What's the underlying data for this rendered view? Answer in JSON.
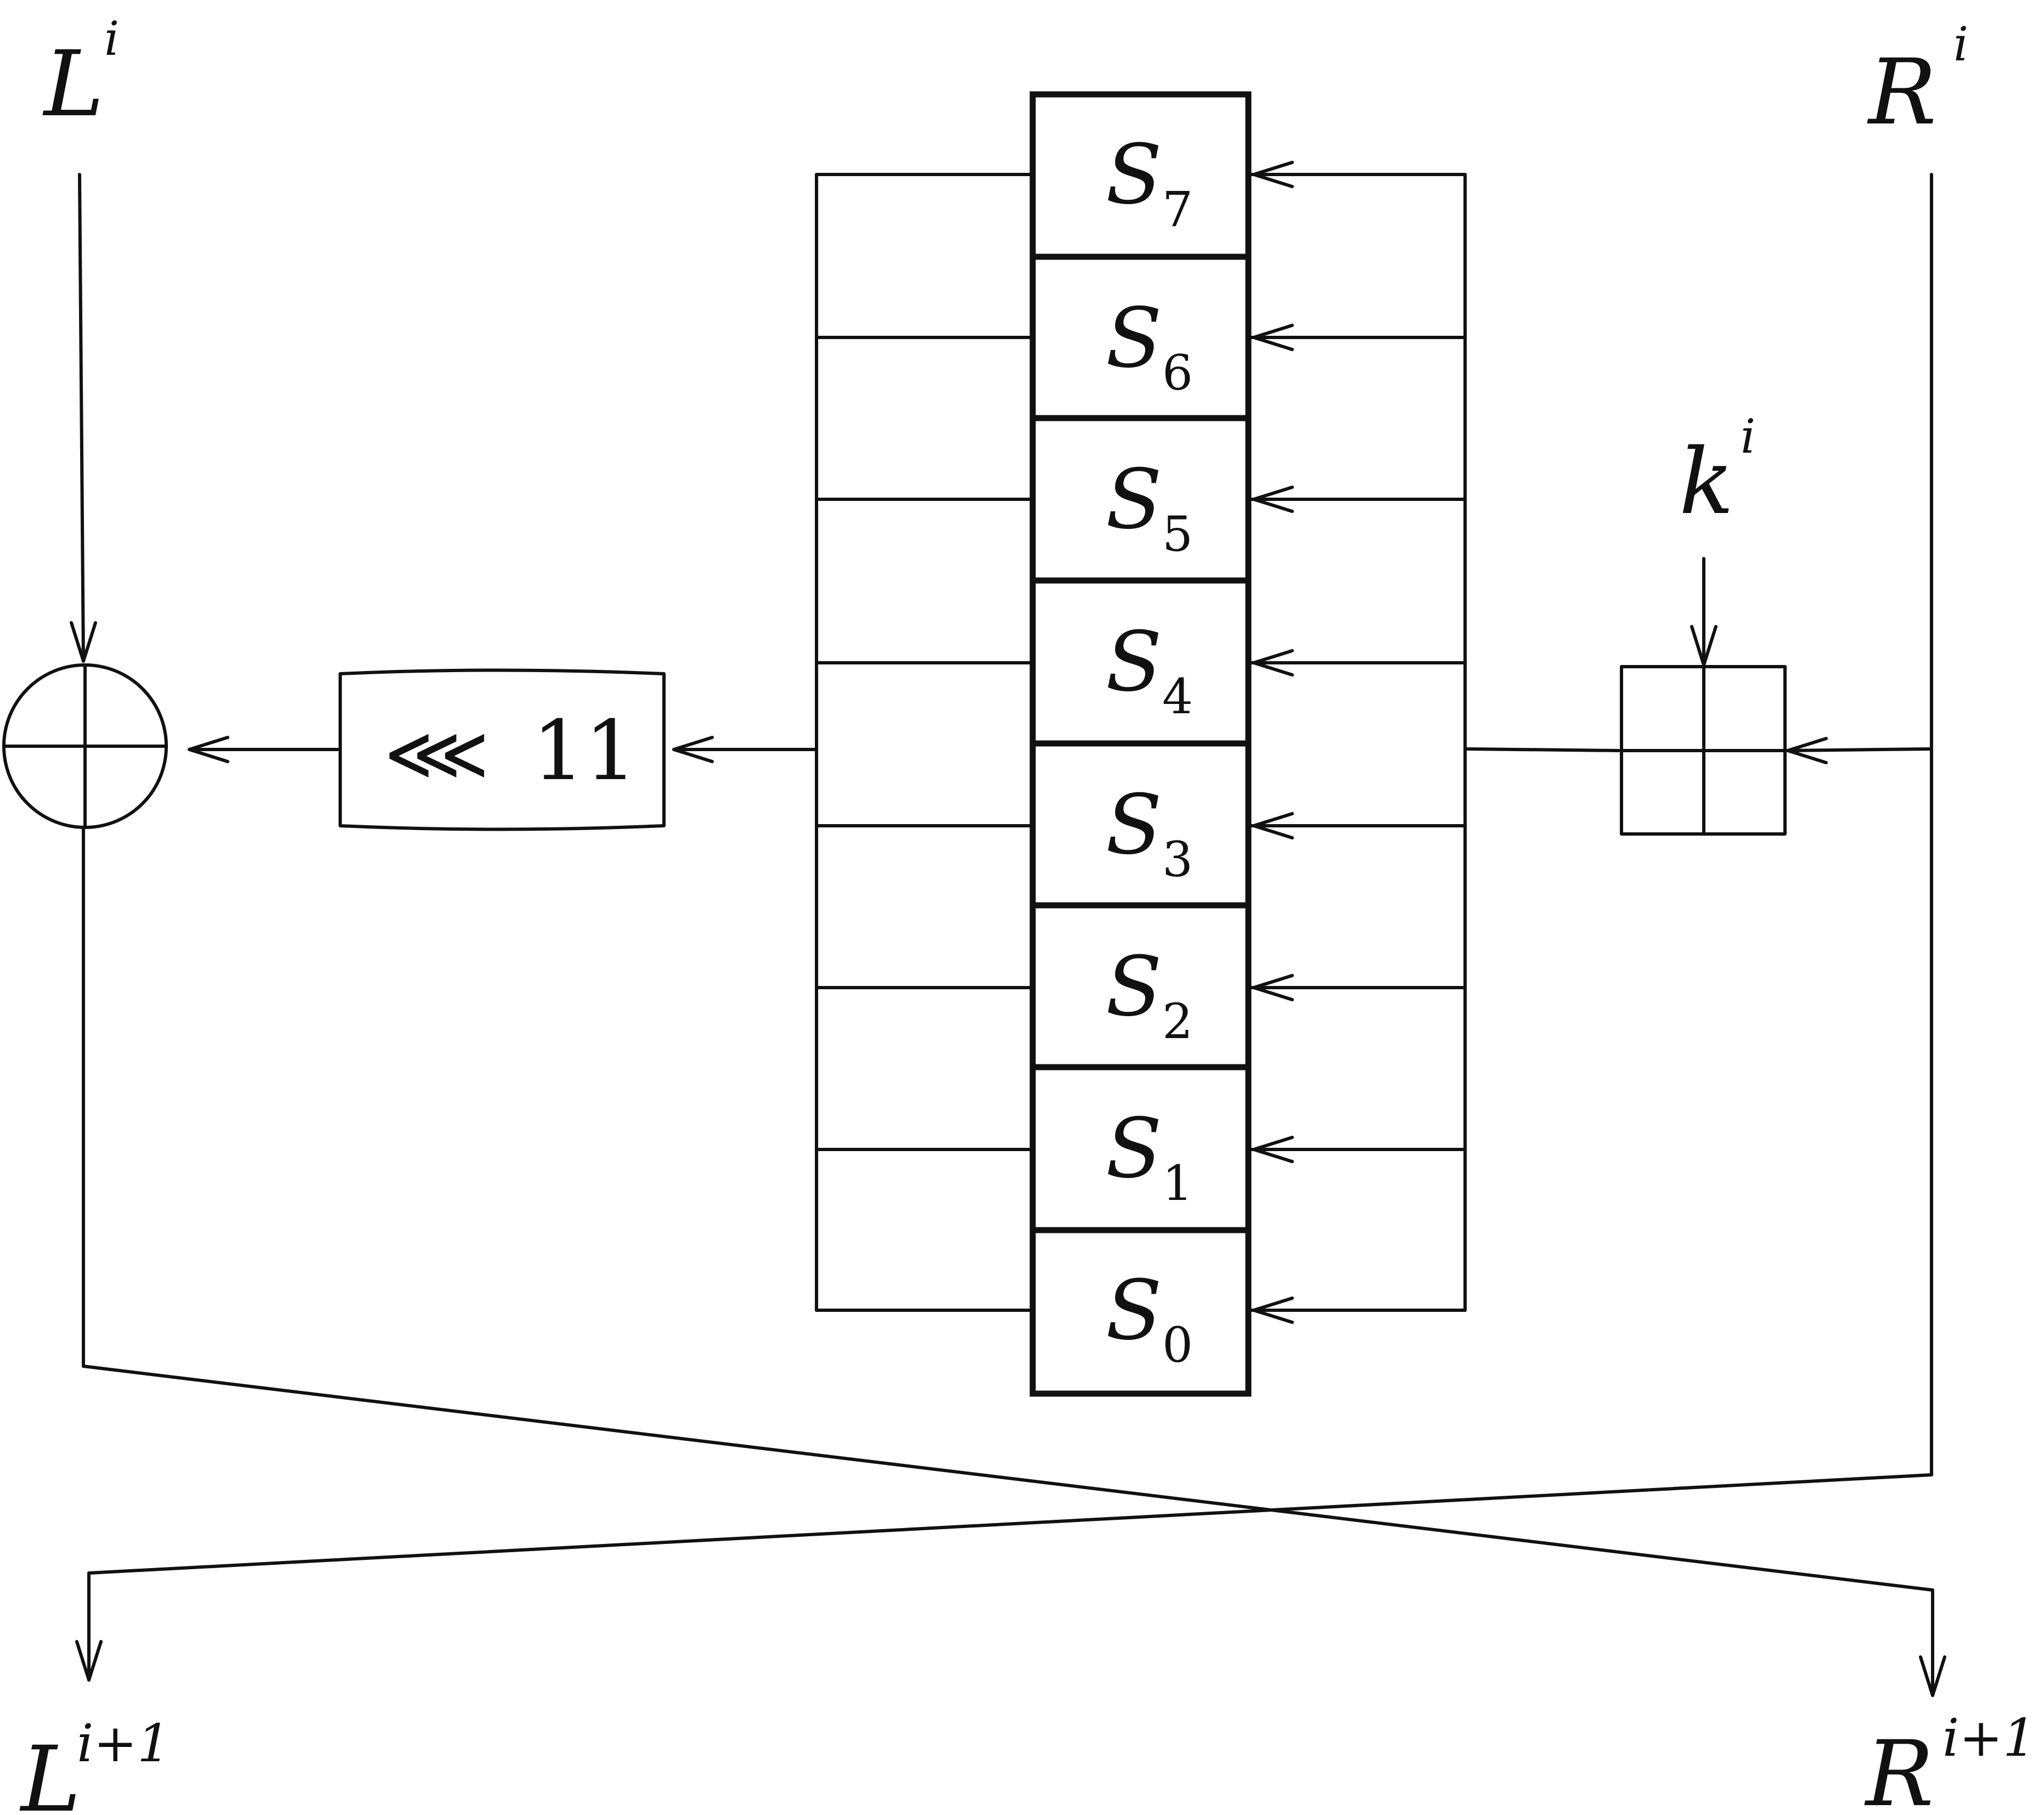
{
  "labels": {
    "L": "L",
    "L_sup": "i",
    "R": "R",
    "R_sup": "i",
    "k": "k",
    "k_sup": "i",
    "L_next": "L",
    "L_next_sup": "i+1",
    "R_next": "R",
    "R_next_sup": "i+1"
  },
  "rotate": {
    "symbol": "⋘",
    "amount": "11"
  },
  "sboxes": [
    {
      "letter": "S",
      "index": "7"
    },
    {
      "letter": "S",
      "index": "6"
    },
    {
      "letter": "S",
      "index": "5"
    },
    {
      "letter": "S",
      "index": "4"
    },
    {
      "letter": "S",
      "index": "3"
    },
    {
      "letter": "S",
      "index": "2"
    },
    {
      "letter": "S",
      "index": "1"
    },
    {
      "letter": "S",
      "index": "0"
    }
  ]
}
